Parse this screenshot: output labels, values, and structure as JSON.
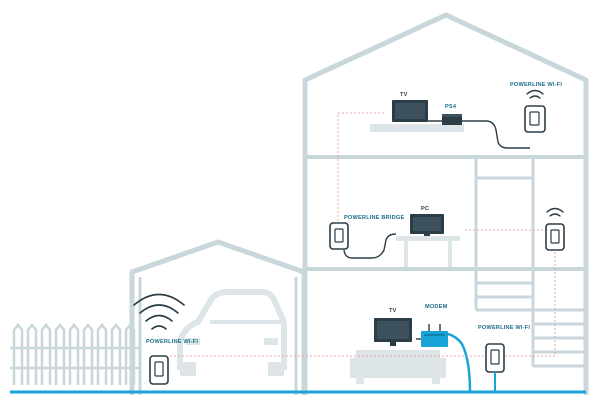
{
  "labels": {
    "top_tv": "TV",
    "ps4": "PS4",
    "top_wifi": "POWERLINE WI-FI",
    "bridge": "POWERLINE BRIDGE",
    "pc": "PC",
    "bottom_tv": "TV",
    "modem": "MODEM",
    "bottom_wifi": "POWERLINE WI-FI",
    "garage_wifi": "POWERLINE WI-FI"
  },
  "colors": {
    "house_line": "#c9d6db",
    "furniture": "#dde5e8",
    "device_dark": "#2b3d46",
    "accent_blue": "#1aa3d6",
    "label_teal": "#1d6d8a",
    "network_dotted": "#e9a3a6"
  }
}
